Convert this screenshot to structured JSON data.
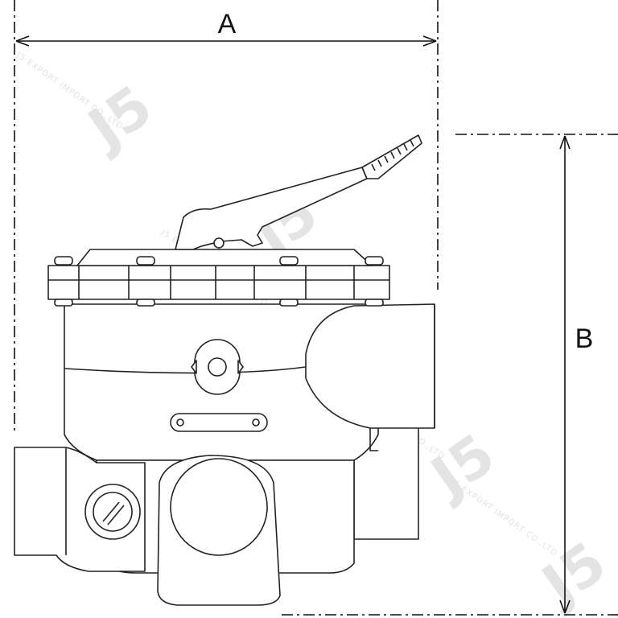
{
  "dimensions": {
    "width_label": "A",
    "height_label": "B"
  },
  "watermark": {
    "logo_text": "J5",
    "company_text": "J5 EXPORT IMPORT CO.,LTD"
  },
  "colors": {
    "line": "#222222",
    "dimension": "#111111",
    "watermark": "#e4e4e4"
  }
}
